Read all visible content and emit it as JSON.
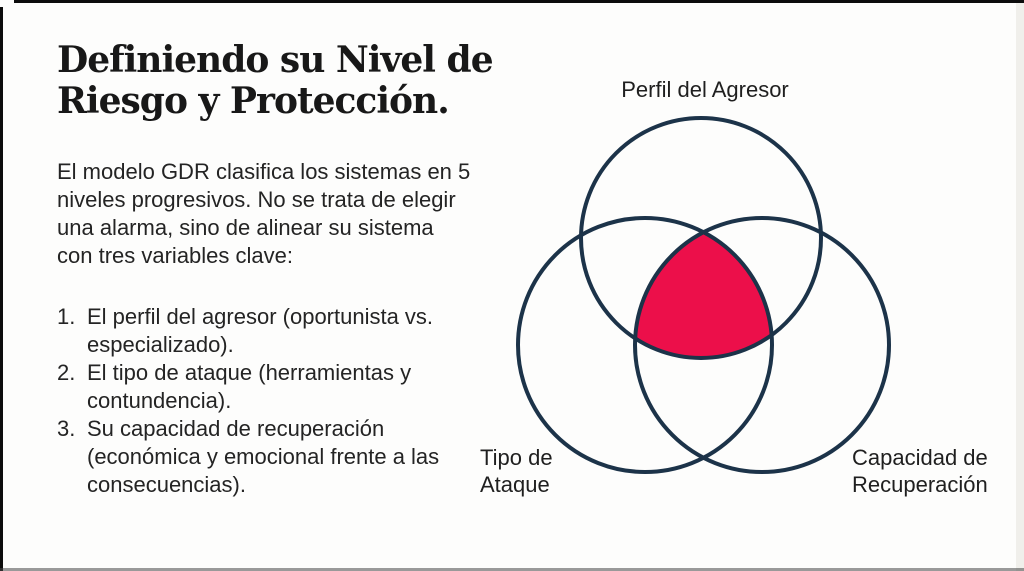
{
  "slide": {
    "title": "Definiendo su Nivel de\nRiesgo y Protección.",
    "intro": "El modelo GDR clasifica los sistemas en 5\nniveles progresivos. No se trata de elegir\nuna alarma, sino de alinear su sistema\ncon tres variables clave:",
    "list": [
      {
        "number": "1.",
        "text": "El perfil del agresor (oportunista vs.\nespecializado)."
      },
      {
        "number": "2.",
        "text": "El tipo de ataque (herramientas y\ncontundencia)."
      },
      {
        "number": "3.",
        "text": "Su capacidad de recuperación\n(económica y emocional frente a las\nconsecuencias)."
      }
    ]
  },
  "venn": {
    "top_label": "Perfil del Agresor",
    "bottom_left_label": "Tipo de\nAtaque",
    "bottom_right_label": "Capacidad de\nRecuperación",
    "colors": {
      "circle_stroke": "#1c3349",
      "intersection_fill": "#ec0f4a",
      "background": "#fdfdfc"
    }
  }
}
